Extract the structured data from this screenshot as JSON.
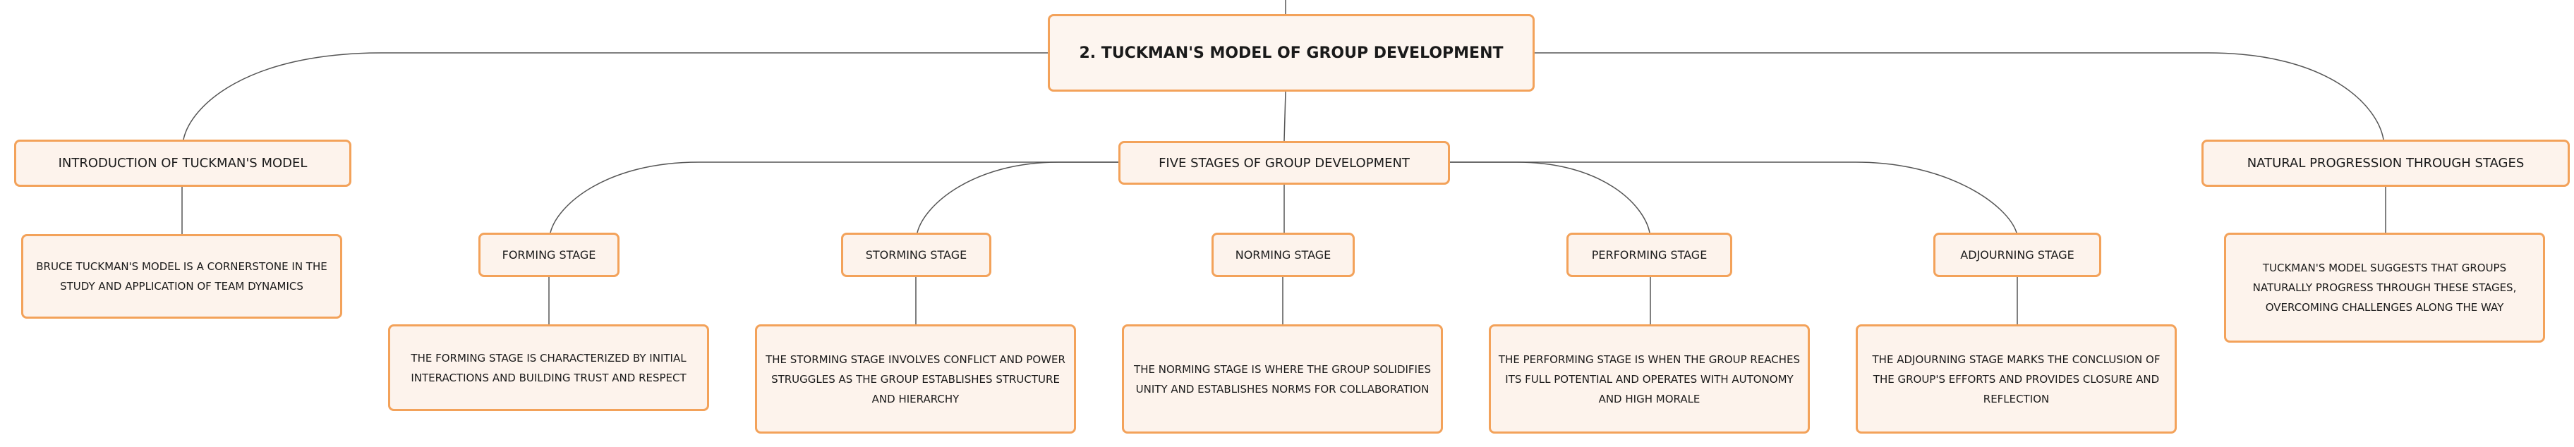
{
  "root": "2. TUCKMAN'S MODEL OF GROUP DEVELOPMENT",
  "intro": {
    "title": "INTRODUCTION OF TUCKMAN'S MODEL",
    "text": "BRUCE TUCKMAN'S MODEL IS A CORNERSTONE IN THE STUDY AND APPLICATION OF TEAM DYNAMICS"
  },
  "stages": {
    "title": "FIVE STAGES OF GROUP DEVELOPMENT",
    "items": [
      {
        "title": "FORMING STAGE",
        "text": "THE FORMING STAGE IS CHARACTERIZED BY INITIAL INTERACTIONS AND BUILDING TRUST AND RESPECT"
      },
      {
        "title": "STORMING STAGE",
        "text": "THE STORMING STAGE INVOLVES CONFLICT AND POWER STRUGGLES AS THE GROUP ESTABLISHES STRUCTURE AND HIERARCHY"
      },
      {
        "title": "NORMING STAGE",
        "text": "THE NORMING STAGE IS WHERE THE GROUP SOLIDIFIES UNITY AND ESTABLISHES NORMS FOR COLLABORATION"
      },
      {
        "title": "PERFORMING STAGE",
        "text": "THE PERFORMING STAGE IS WHEN THE GROUP REACHES ITS FULL POTENTIAL AND OPERATES WITH AUTONOMY AND HIGH MORALE"
      },
      {
        "title": "ADJOURNING STAGE",
        "text": "THE ADJOURNING STAGE MARKS THE CONCLUSION OF THE GROUP'S EFFORTS AND PROVIDES CLOSURE AND REFLECTION"
      }
    ]
  },
  "progression": {
    "title": "NATURAL PROGRESSION THROUGH STAGES",
    "text": "TUCKMAN'S MODEL SUGGESTS THAT GROUPS NATURALLY PROGRESS THROUGH THESE STAGES, OVERCOMING CHALLENGES ALONG THE WAY"
  },
  "colors": {
    "border": "#f3a25a",
    "fill": "#fdf3ec",
    "line": "#555555"
  }
}
